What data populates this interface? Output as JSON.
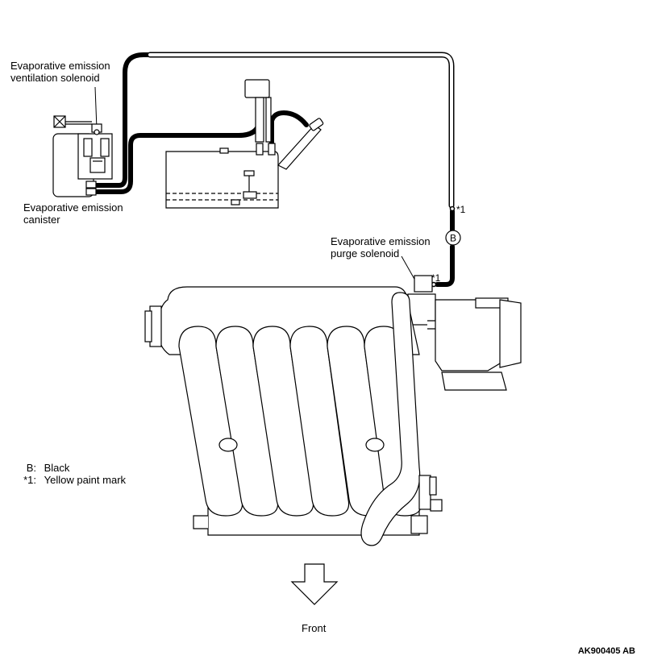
{
  "labels": {
    "vent_solenoid_line1": "Evaporative emission",
    "vent_solenoid_line2": "ventilation solenoid",
    "canister_line1": "Evaporative emission",
    "canister_line2": "canister",
    "purge_solenoid_line1": "Evaporative emission",
    "purge_solenoid_line2": "purge solenoid",
    "paint_mark_upper": "*1",
    "paint_mark_lower": "*1",
    "hose_color_badge": "B",
    "front_arrow": "Front"
  },
  "legend": [
    {
      "key": "B:",
      "text": "Black"
    },
    {
      "key": "*1:",
      "text": "Yellow paint mark"
    }
  ],
  "figure_ref": "AK900405 AB"
}
